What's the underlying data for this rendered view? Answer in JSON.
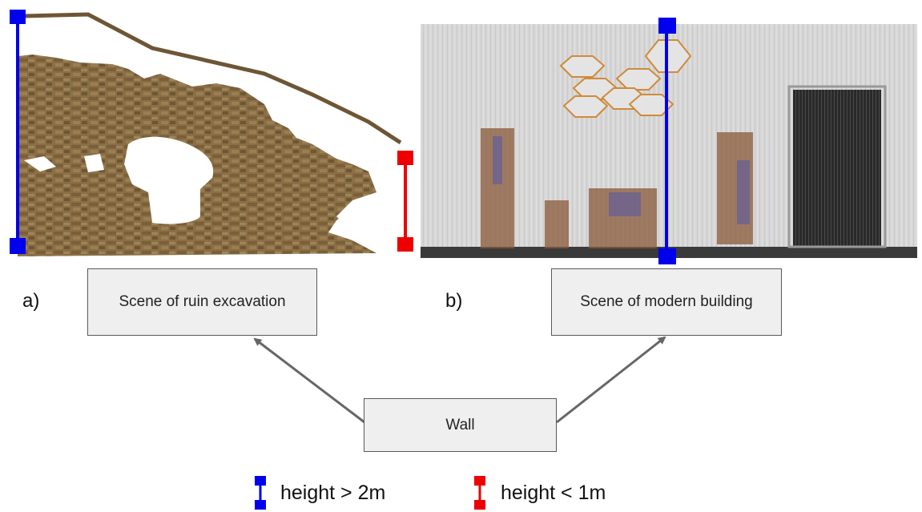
{
  "panels": {
    "a": {
      "label": "a)",
      "caption": "Scene of ruin excavation"
    },
    "b": {
      "label": "b)",
      "caption": "Scene of modern building"
    }
  },
  "center_box": {
    "label": "Wall"
  },
  "legend": [
    {
      "color": "#0000ee",
      "label": "height > 2m"
    },
    {
      "color": "#ee0000",
      "label": "height < 1m"
    }
  ],
  "colors": {
    "box_fill": "#efefef",
    "box_border": "#595959",
    "arrow": "#666666",
    "blue_marker": "#0000ee",
    "red_marker": "#ee0000"
  }
}
